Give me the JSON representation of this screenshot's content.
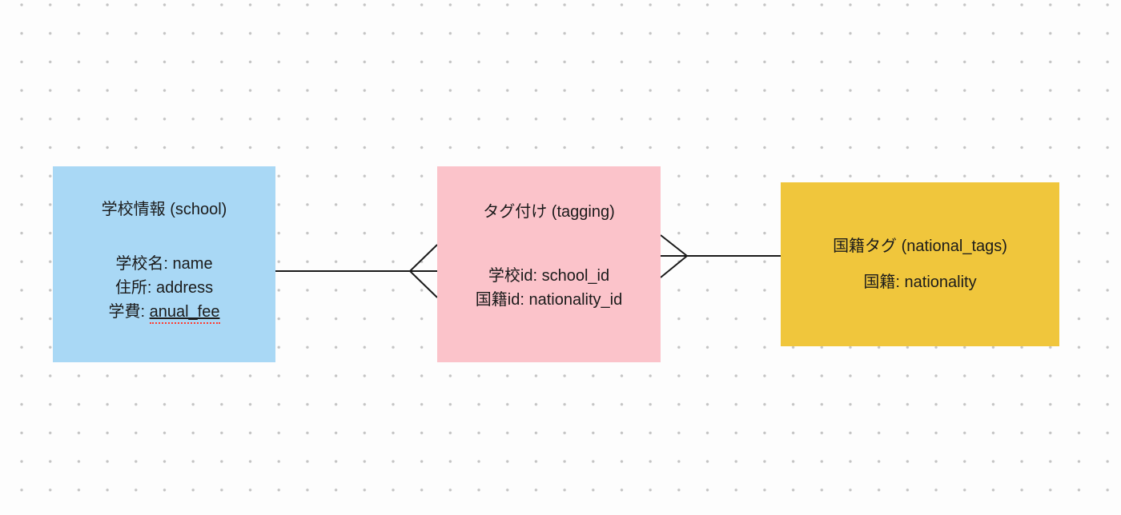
{
  "canvas": {
    "background_color": "#fdfdfd",
    "grid_dot_color": "#c4c4c4",
    "text_color": "#1b1b1b"
  },
  "diagram": {
    "connector_color": "#1a1a1a",
    "misspell_color": "#ff3b30",
    "entities": [
      {
        "key": "school",
        "title": "学校情報 (school)",
        "fill": "#a9d8f5",
        "attributes": [
          {
            "text": "学校名: name"
          },
          {
            "text": "住所: address"
          },
          {
            "prefix": "学費: ",
            "value": "anual_fee",
            "misspelled": true
          }
        ]
      },
      {
        "key": "tagging",
        "title": "タグ付け (tagging)",
        "fill": "#fbc3ca",
        "attributes": [
          {
            "text": "学校id: school_id"
          },
          {
            "text": "国籍id: nationality_id"
          }
        ]
      },
      {
        "key": "national_tags",
        "title": "国籍タグ (national_tags)",
        "fill": "#f0c63c",
        "attributes": [
          {
            "text": "国籍: nationality"
          }
        ]
      }
    ],
    "connectors": [
      {
        "from": "school",
        "to": "tagging",
        "many_end": "tagging"
      },
      {
        "from": "tagging",
        "to": "national_tags",
        "many_end": "tagging"
      }
    ]
  }
}
